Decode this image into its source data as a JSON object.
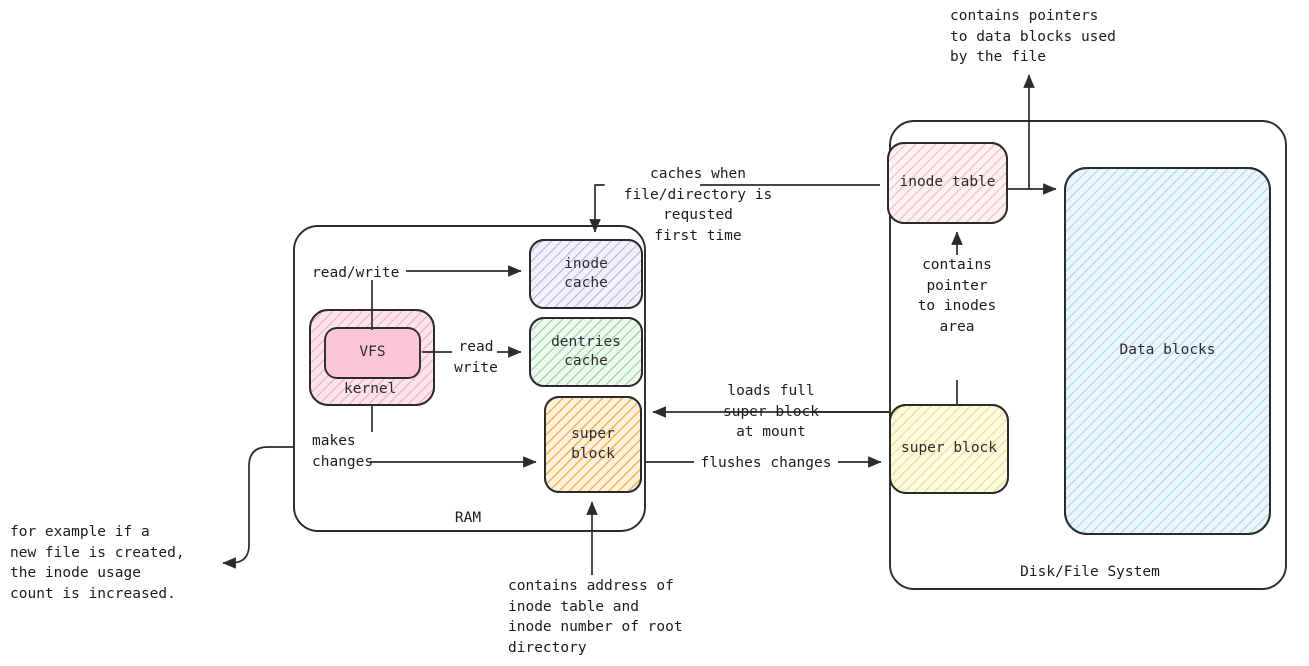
{
  "diagram": {
    "title": "Linux VFS / Disk File System interaction diagram",
    "containers": {
      "ram": {
        "label": "RAM"
      },
      "disk": {
        "label": "Disk/File System"
      }
    },
    "nodes": {
      "kernel": {
        "label": "kernel",
        "fill": "#fbe4ec",
        "hatch": "#f2a8c0"
      },
      "vfs": {
        "label": "VFS",
        "fill": "#fbc6d9",
        "hatch": "#fbc6d9"
      },
      "inode_cache": {
        "label": "inode\ncache",
        "fill": "#f2f1fb",
        "hatch": "#b3b0e6"
      },
      "dentries_cache": {
        "label": "dentries\ncache",
        "fill": "#eef9ef",
        "hatch": "#8fce9a"
      },
      "ram_super_block": {
        "label": "super\nblock",
        "fill": "#fdf0dd",
        "hatch": "#f0a933"
      },
      "inode_table": {
        "label": "inode table",
        "fill": "#fdf1f1",
        "hatch": "#f1b8b8"
      },
      "disk_super_block": {
        "label": "super block",
        "fill": "#fdfae0",
        "hatch": "#e8d98a"
      },
      "data_blocks": {
        "label": "Data blocks",
        "fill": "#ecf6fd",
        "hatch": "#a9d3f0"
      }
    },
    "edge_labels": {
      "read_write_inode": "read/write",
      "read_write_dentries": "read\nwrite",
      "makes_changes": "makes\nchanges",
      "caches_when": "caches when\nfile/directory is\nrequsted\nfirst time",
      "contains_pointers": "contains pointers\nto data blocks used\nby the file",
      "contains_pointer_inodes": "contains\npointer\nto inodes\narea",
      "loads_full_super_block": "loads full\nsuper block\nat mount",
      "flushes_changes": "flushes changes",
      "contains_address": "contains address of\ninode table and\ninode number of root\ndirectory",
      "for_example": "for example if a\nnew file is created,\nthe inode usage\ncount is increased."
    },
    "colors": {
      "stroke": "#2b2b2b",
      "text": "#1c1c1c",
      "background": "#ffffff"
    }
  }
}
